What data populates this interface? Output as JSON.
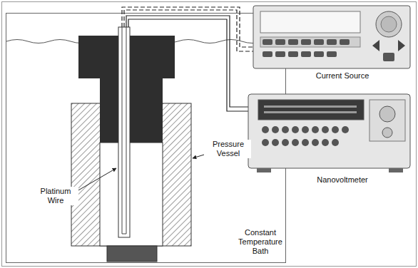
{
  "diagram": {
    "labels": [
      "Current Source",
      "Nanovoltmeter",
      "Platinum Wire",
      "Pressure Vessel",
      "Constant Temperature Bath"
    ]
  }
}
